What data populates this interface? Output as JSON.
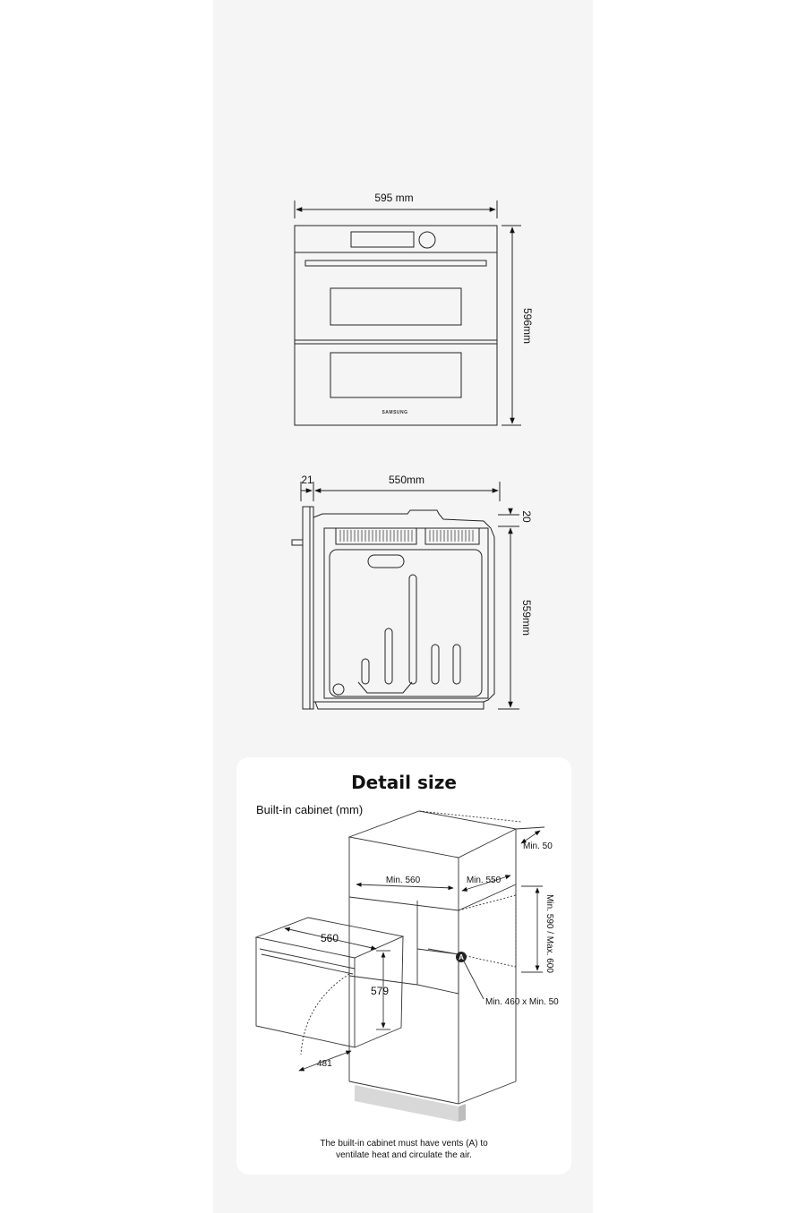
{
  "front_view": {
    "width_label": "595 mm",
    "height_label": "596mm",
    "brand": "SAMSUNG"
  },
  "side_view": {
    "door_depth_label": "21",
    "body_depth_label": "550mm",
    "top_label": "20",
    "height_label": "559mm"
  },
  "detail": {
    "title": "Detail size",
    "subtitle": "Built-in cabinet (mm)",
    "labels": {
      "min50_top": "Min. 50",
      "min560": "Min. 560",
      "min550": "Min. 550",
      "min590max600": "Min. 590 / Max. 600",
      "vent_marker": "A",
      "min460min50": "Min. 460 x Min. 50",
      "oven_width": "560",
      "oven_height": "579",
      "oven_depth": "481"
    },
    "note_line1": "The built-in cabinet must have vents (A) to",
    "note_line2": "ventilate heat and circulate the air."
  }
}
